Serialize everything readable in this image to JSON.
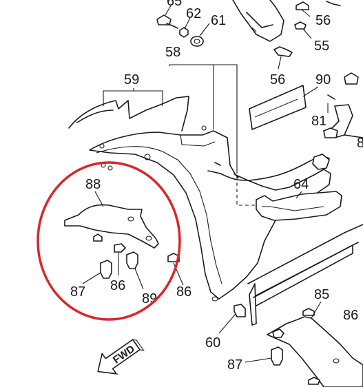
{
  "diagram": {
    "callouts": {
      "c65": "65",
      "c62": "62",
      "c61": "61",
      "c56a": "56",
      "c55": "55",
      "c56b": "56",
      "c58": "58",
      "c59": "59",
      "c90": "90",
      "c81": "81",
      "c8x": "8",
      "c64": "64",
      "c88": "88",
      "c87a": "87",
      "c86a": "86",
      "c89": "89",
      "c86b": "86",
      "c85": "85",
      "c86c": "86",
      "c60": "60",
      "c87b": "87"
    },
    "direction_label": "FWD",
    "highlight_color": "#d9262c",
    "line_color": "#1a1a1a"
  }
}
